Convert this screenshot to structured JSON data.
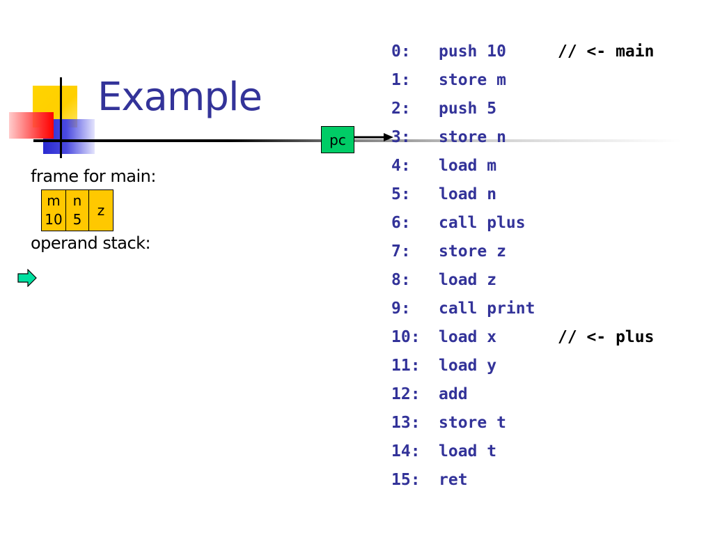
{
  "title": "Example",
  "frame_label": "frame for main:",
  "frame": [
    {
      "name": "m",
      "value": "10"
    },
    {
      "name": "n",
      "value": "5"
    },
    {
      "name": "z",
      "value": ""
    }
  ],
  "operand_label": "operand stack:",
  "pc_label": "pc",
  "pc_line": 3,
  "colors": {
    "title": "#333399",
    "code": "#333399",
    "frame_bg": "#ffc800",
    "pc_bg": "#00cc66",
    "arrow_fill": "#00e0a0"
  },
  "icons": {
    "stack_pointer": "right-arrow-icon",
    "pc_pointer": "arrow-right-icon"
  },
  "code": [
    {
      "num": "0:",
      "instr": "push 10",
      "comment": "// <- main"
    },
    {
      "num": "1:",
      "instr": "store m",
      "comment": ""
    },
    {
      "num": "2:",
      "instr": "push 5",
      "comment": ""
    },
    {
      "num": "3:",
      "instr": "store n",
      "comment": ""
    },
    {
      "num": "4:",
      "instr": "load m",
      "comment": ""
    },
    {
      "num": "5:",
      "instr": "load n",
      "comment": ""
    },
    {
      "num": "6:",
      "instr": "call plus",
      "comment": ""
    },
    {
      "num": "7:",
      "instr": "store z",
      "comment": ""
    },
    {
      "num": "8:",
      "instr": "load z",
      "comment": ""
    },
    {
      "num": "9:",
      "instr": "call print",
      "comment": ""
    },
    {
      "num": "10:",
      "instr": "load x",
      "comment": "// <- plus"
    },
    {
      "num": "11:",
      "instr": "load y",
      "comment": ""
    },
    {
      "num": "12:",
      "instr": "add",
      "comment": ""
    },
    {
      "num": "13:",
      "instr": "store t",
      "comment": ""
    },
    {
      "num": "14:",
      "instr": "load t",
      "comment": ""
    },
    {
      "num": "15:",
      "instr": "ret",
      "comment": ""
    }
  ]
}
